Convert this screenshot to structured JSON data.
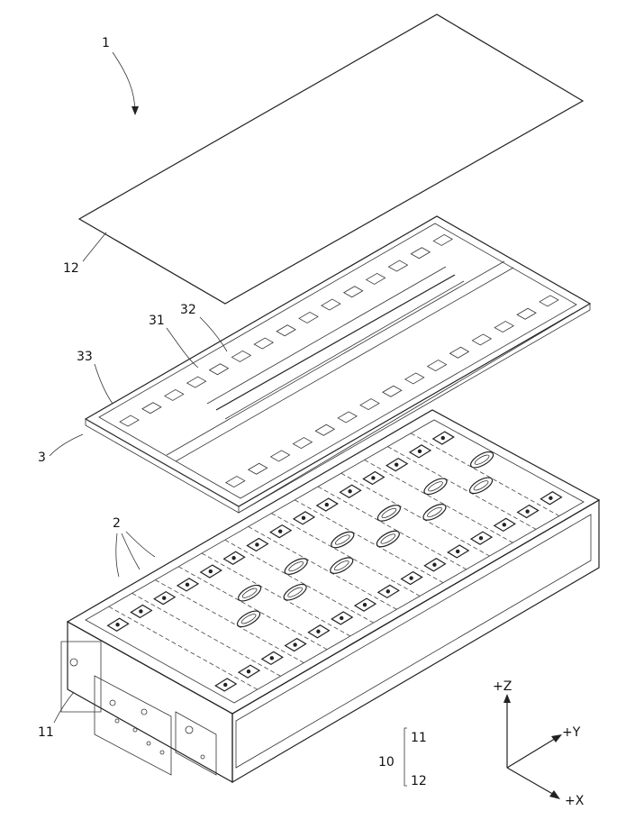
{
  "labels": {
    "assembly": "1",
    "battery_cells": "2",
    "circuit_board": "3",
    "housing_part_11": "11",
    "cover_sheet": "12",
    "controller_31": "31",
    "connector_32": "32",
    "board_frame_33": "33",
    "housing_group": "10",
    "housing_group_upper": "11",
    "housing_group_lower": "12"
  },
  "axes": {
    "z": "+Z",
    "y": "+Y",
    "x": "+X"
  }
}
